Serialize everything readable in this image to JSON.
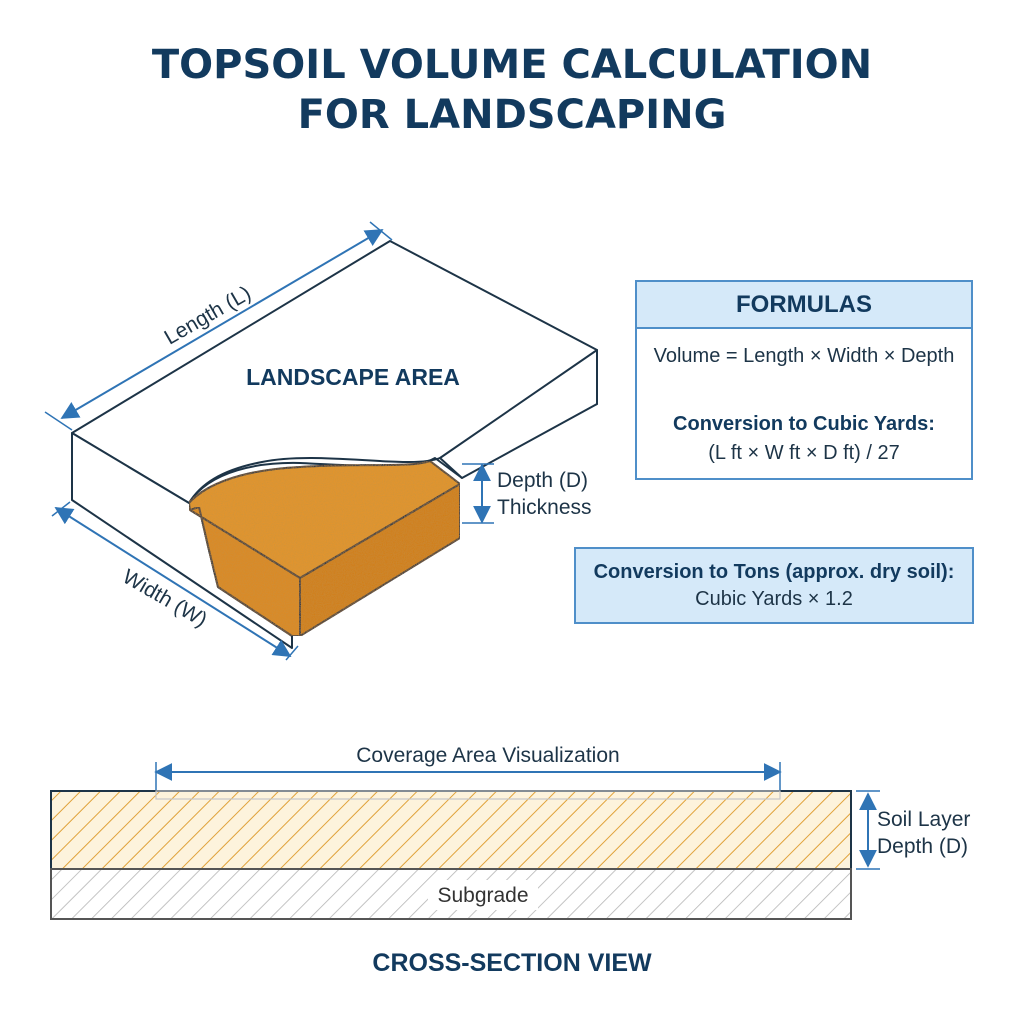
{
  "title": {
    "line1": "TOPSOIL VOLUME CALCULATION",
    "line2": "FOR LANDSCAPING"
  },
  "isometric": {
    "area_label": "LANDSCAPE AREA",
    "length_label": "Length (L)",
    "width_label": "Width (W)",
    "depth_label": "Depth (D)",
    "thickness_label": "Thickness"
  },
  "formulas": {
    "header": "FORMULAS",
    "volume": "Volume = Length × Width × Depth",
    "cubic_yards_title": "Conversion to Cubic Yards:",
    "cubic_yards_formula": "(L ft × W ft × D ft) / 27"
  },
  "tons": {
    "title": "Conversion to Tons (approx. dry soil):",
    "formula": "Cubic Yards × 1.2"
  },
  "cross_section": {
    "coverage_label": "Coverage Area Visualization",
    "soil_label_line1": "Soil Layer",
    "soil_label_line2": "Depth (D)",
    "subgrade_label": "Subgrade",
    "view_title": "CROSS-SECTION VIEW"
  },
  "colors": {
    "navy": "#123a5e",
    "arrow_blue": "#2f74b5",
    "soil_orange": "#e3952f",
    "soil_hatch": "#e0a23a",
    "soil_fill": "#fdf3dc",
    "subgrade_hatch": "#b5b5b5",
    "box_fill": "#d5e9f9",
    "box_border": "#4f8fc9"
  }
}
